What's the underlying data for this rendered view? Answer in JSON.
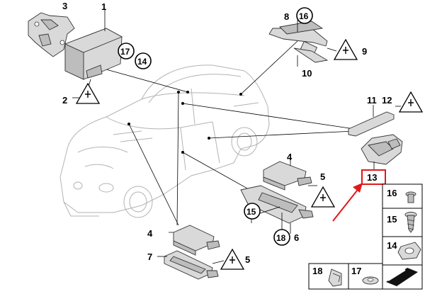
{
  "callouts": {
    "c1": "1",
    "c2": "2",
    "c3": "3",
    "c4a": "4",
    "c4b": "4",
    "c5a": "5",
    "c5b": "5",
    "c6": "6",
    "c7": "7",
    "c8": "8",
    "c9": "9",
    "c10": "10",
    "c11": "11",
    "c12": "12",
    "c13": "13",
    "c14": "14",
    "c15": "15",
    "c16": "16",
    "c17": "17",
    "c18": "18"
  },
  "legend": {
    "n16": "16",
    "n15": "15",
    "n14": "14",
    "n18": "18",
    "n17": "17"
  },
  "colors": {
    "highlight": "#e0191b",
    "arrow": "#e0191b",
    "car_outline": "#b3b3b3",
    "part_fill": "#d9d9d9"
  },
  "icons": {
    "warning": "warning-triangle-icon",
    "footer": "direction-arrow-icon"
  }
}
